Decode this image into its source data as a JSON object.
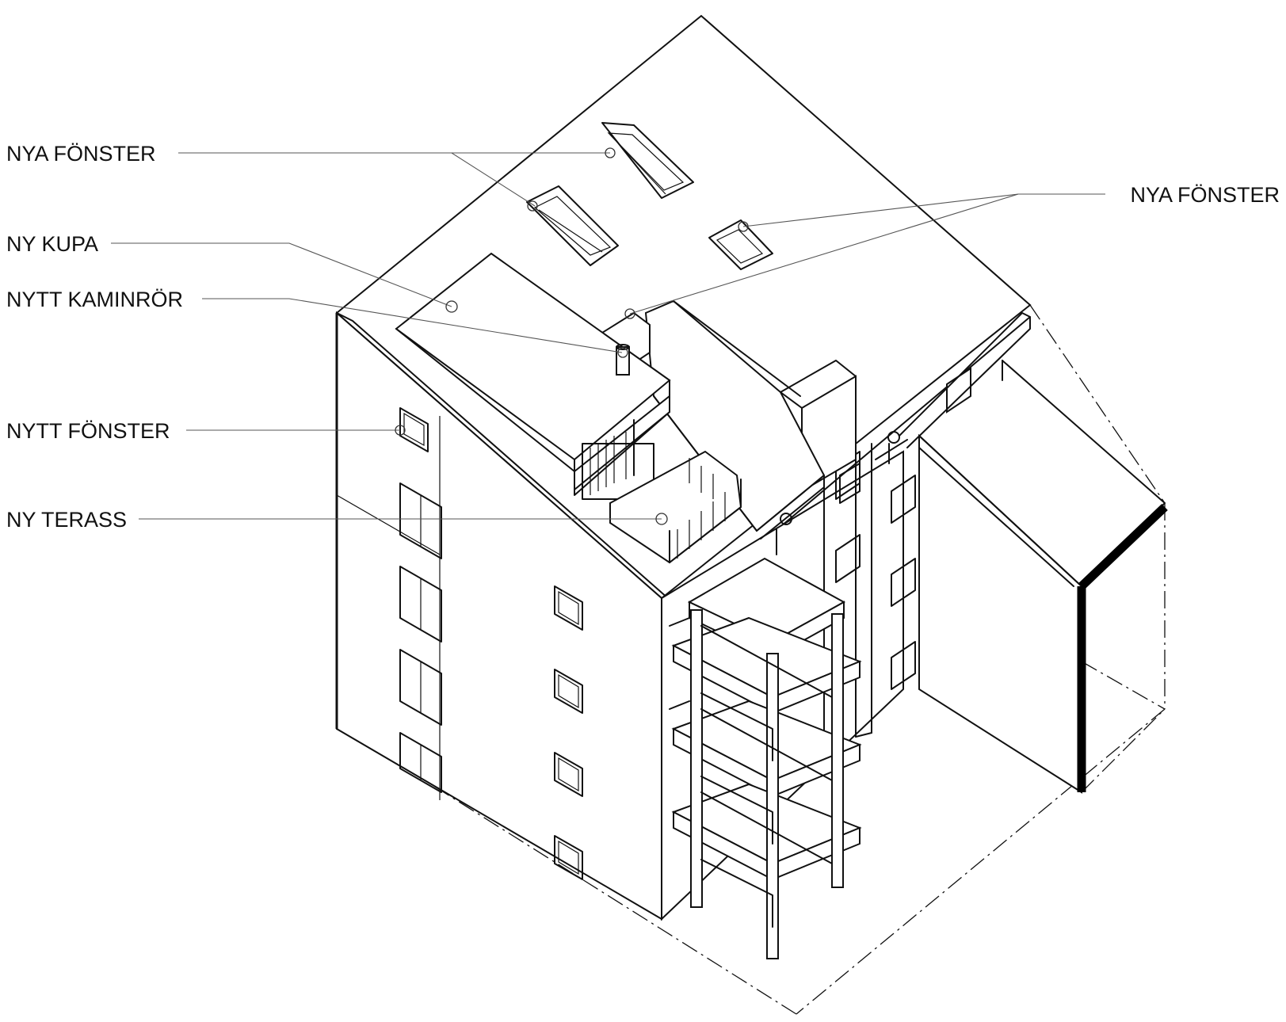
{
  "labels": {
    "nya_fonster_left": "NYA FÖNSTER",
    "nya_fonster_right": "NYA FÖNSTER",
    "ny_kupa": "NY KUPA",
    "nytt_kaminror": "NYTT KAMINRÖR",
    "nytt_fonster": "NYTT FÖNSTER",
    "ny_terass": "NY TERASS"
  }
}
